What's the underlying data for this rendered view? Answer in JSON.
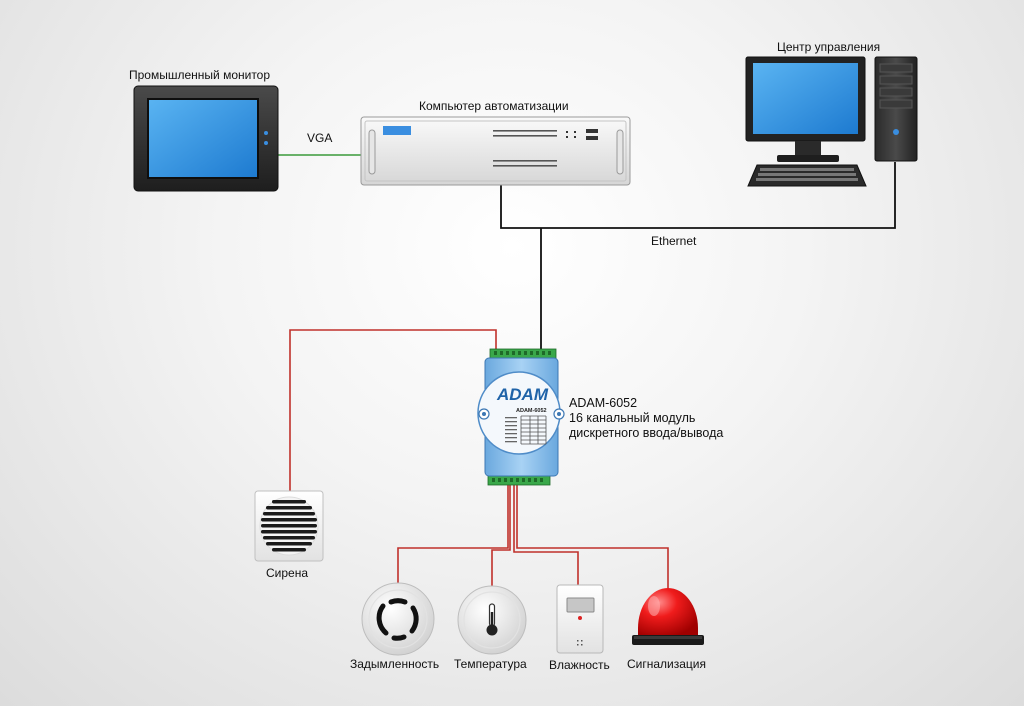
{
  "labels": {
    "industrial_monitor": "Промышленный монитор",
    "automation_computer": "Компьютер автоматизации",
    "control_center": "Центр управления",
    "vga": "VGA",
    "ethernet": "Ethernet",
    "siren": "Сирена",
    "smoke": "Задымленность",
    "temperature": "Температура",
    "humidity": "Влажность",
    "alarm": "Сигнализация"
  },
  "adam": {
    "brand": "ADAM",
    "model_badge": "ADAM-6052",
    "title": "ADAM-6052",
    "desc_line1": "16 канальный модуль",
    "desc_line2": "дискретного ввода/вывода"
  },
  "colors": {
    "vga_line": "#3a9a3a",
    "ethernet_line": "#111111",
    "signal_line": "#c0312b",
    "module_body": "#8fbfe8",
    "terminal_green": "#3aa84a",
    "screen_blue": "#2a8de0",
    "beacon_red": "#e81818"
  }
}
